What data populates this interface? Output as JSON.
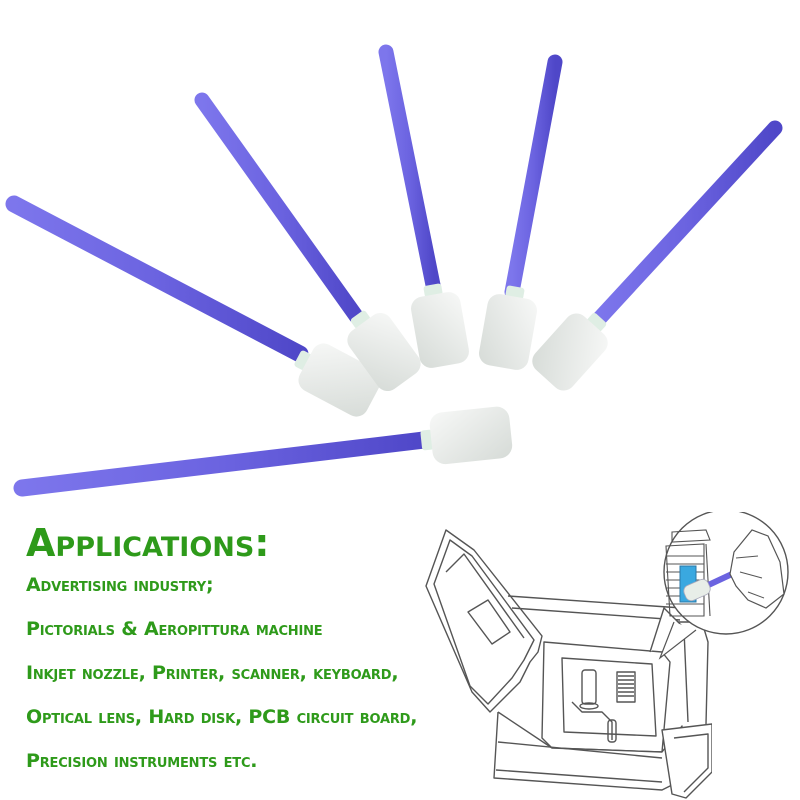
{
  "colors": {
    "green": "#2e9a1a",
    "stick": "#6b63e0",
    "stick_dark": "#4f47c8",
    "foam": "#eef0ee",
    "foam_shadow": "#cfd4d0",
    "collar": "#dfeee4",
    "line": "#555555",
    "highlight_blue": "#3aa8e0"
  },
  "product": {
    "name": "foam cleaning swabs",
    "count": 6
  },
  "applications": {
    "title": "Applications:",
    "items": [
      "Advertising industry;",
      "Pictorials & Aeropittura machine",
      "Inkjet nozzle, Printer, scanner, keyboard,",
      "Optical lens, Hard disk, PCB circuit board,",
      "Precision instruments etc."
    ]
  },
  "illustration": {
    "subject": "printer-cleaning-diagram",
    "detail": "hand-cleaning-printhead-callout"
  }
}
